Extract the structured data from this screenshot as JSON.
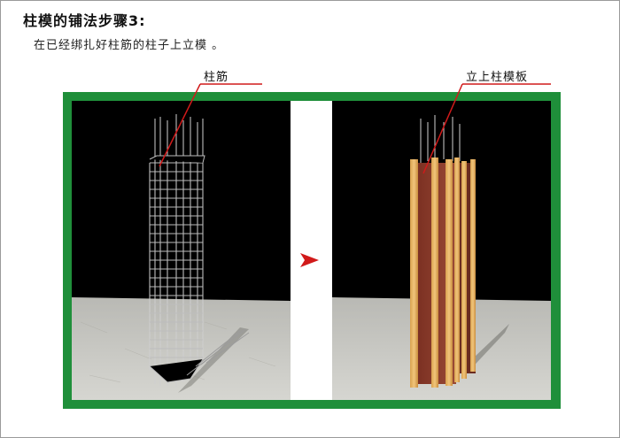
{
  "title": "柱模的铺法步骤3:",
  "subtitle": "在已经绑扎好柱筋的柱子上立模 。",
  "callouts": {
    "rebar": "柱筋",
    "formwork": "立上柱模板"
  },
  "colors": {
    "frame": "#1f8f3a",
    "callout_line": "#d11a1a",
    "arrow": "#d11a1a",
    "scene_background": "#000000",
    "floor": "#c9c9c4",
    "wood": "#e8b86a",
    "formwork_board": "#8a3a2a"
  }
}
